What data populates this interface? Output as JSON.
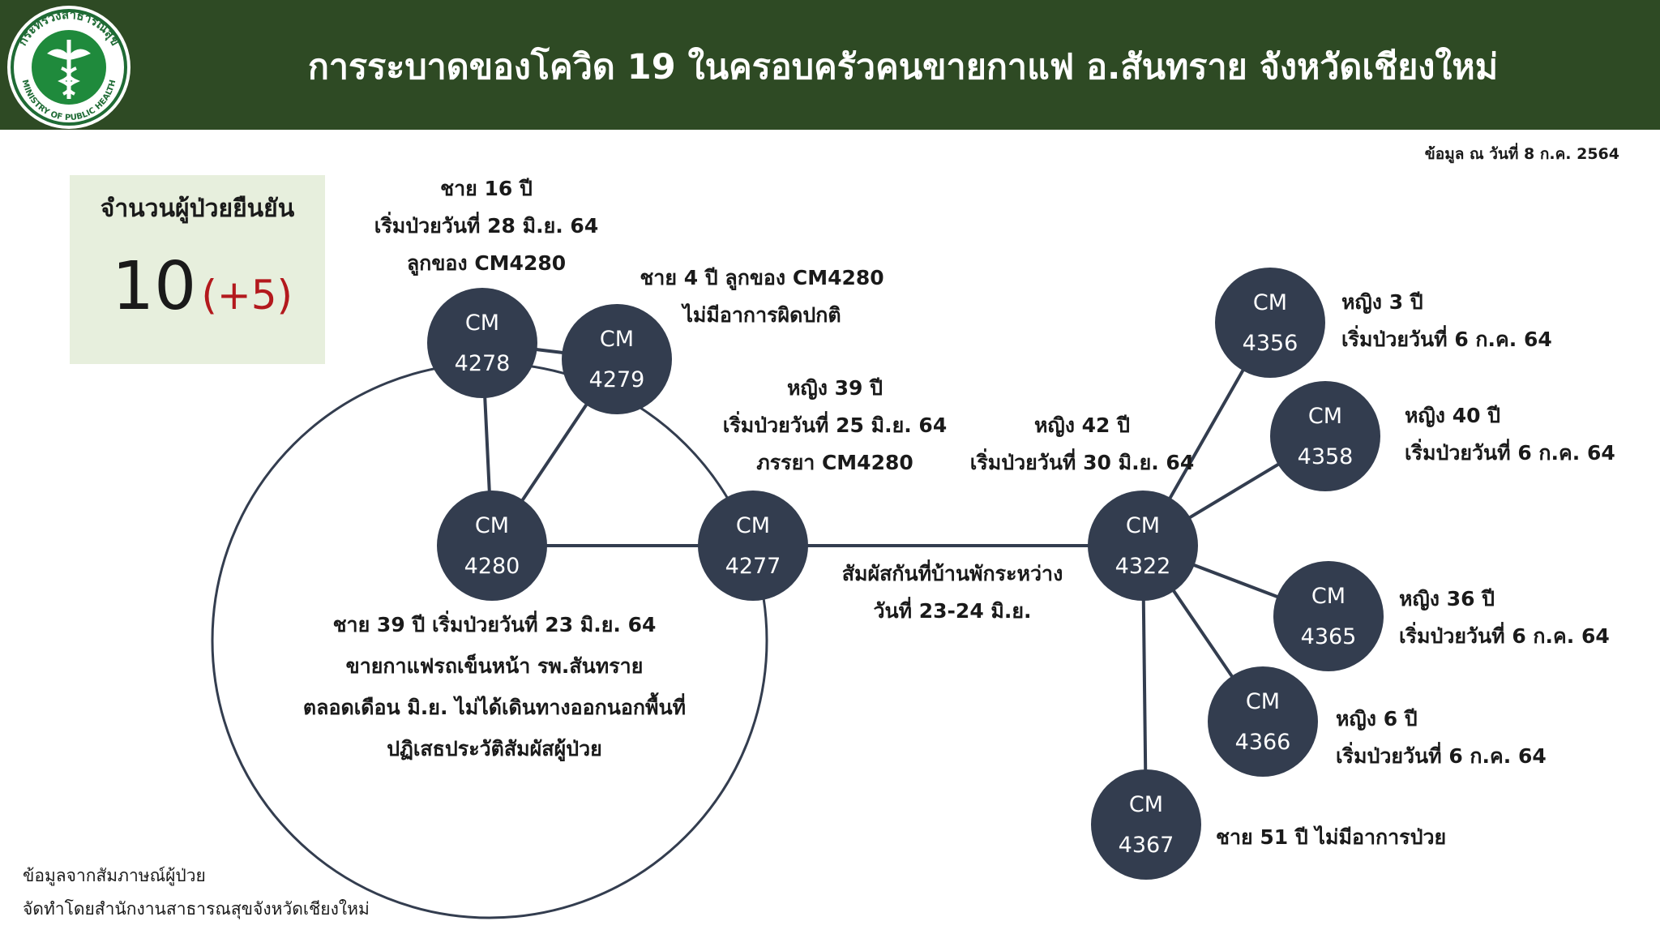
{
  "header": {
    "title": "การระบาดของโควิด 19 ในครอบครัวคนขายกาแฟ อ.สันทราย จังหวัดเชียงใหม่",
    "logo_text_top": "กระทรวงสาธารณสุข",
    "logo_text_bottom": "MINISTRY OF PUBLIC HEALTH"
  },
  "date_note": "ข้อมูล ณ วันที่ 8 ก.ค. 2564",
  "count_box": {
    "label": "จำนวนผู้ป่วยยืนยัน",
    "value": "10",
    "delta": "(+5)"
  },
  "colors": {
    "header_bg": "#2e4a24",
    "node_fill": "#333d4f",
    "box_bg": "#e7efdd",
    "delta": "#b3191d"
  },
  "nodes": [
    {
      "id": "4278",
      "prefix": "CM",
      "number": "4278"
    },
    {
      "id": "4279",
      "prefix": "CM",
      "number": "4279"
    },
    {
      "id": "4280",
      "prefix": "CM",
      "number": "4280"
    },
    {
      "id": "4277",
      "prefix": "CM",
      "number": "4277"
    },
    {
      "id": "4322",
      "prefix": "CM",
      "number": "4322"
    },
    {
      "id": "4356",
      "prefix": "CM",
      "number": "4356"
    },
    {
      "id": "4358",
      "prefix": "CM",
      "number": "4358"
    },
    {
      "id": "4365",
      "prefix": "CM",
      "number": "4365"
    },
    {
      "id": "4366",
      "prefix": "CM",
      "number": "4366"
    },
    {
      "id": "4367",
      "prefix": "CM",
      "number": "4367"
    }
  ],
  "edges": [
    [
      "4278",
      "4279"
    ],
    [
      "4278",
      "4280"
    ],
    [
      "4279",
      "4280"
    ],
    [
      "4280",
      "4277"
    ],
    [
      "4277",
      "4322"
    ],
    [
      "4322",
      "4356"
    ],
    [
      "4322",
      "4358"
    ],
    [
      "4322",
      "4365"
    ],
    [
      "4322",
      "4366"
    ],
    [
      "4322",
      "4367"
    ]
  ],
  "labels": {
    "cm4278": [
      "ชาย 16 ปี",
      "เริ่มป่วยวันที่ 28 มิ.ย. 64",
      "ลูกของ CM4280"
    ],
    "cm4279": [
      "ชาย 4 ปี ลูกของ CM4280",
      "ไม่มีอาการผิดปกติ"
    ],
    "cm4277": [
      "หญิง 39 ปี",
      "เริ่มป่วยวันที่ 25 มิ.ย. 64",
      "ภรรยา CM4280"
    ],
    "cm4322": [
      "หญิง 42 ปี",
      "เริ่มป่วยวันที่ 30 มิ.ย. 64"
    ],
    "cm4280": [
      "ชาย 39 ปี เริ่มป่วยวันที่ 23 มิ.ย. 64",
      "ขายกาแฟรถเข็นหน้า รพ.สันทราย",
      "ตลอดเดือน มิ.ย. ไม่ได้เดินทางออกนอกพื้นที่",
      "ปฏิเสธประวัติสัมผัสผู้ป่วย"
    ],
    "contact": [
      "สัมผัสกันที่บ้านพักระหว่าง",
      "วันที่ 23-24 มิ.ย."
    ],
    "cm4356": [
      "หญิง 3 ปี",
      "เริ่มป่วยวันที่ 6 ก.ค. 64"
    ],
    "cm4358": [
      "หญิง 40 ปี",
      "เริ่มป่วยวันที่ 6 ก.ค. 64"
    ],
    "cm4365": [
      "หญิง 36 ปี",
      "เริ่มป่วยวันที่ 6 ก.ค. 64"
    ],
    "cm4366": [
      "หญิง 6 ปี",
      "เริ่มป่วยวันที่ 6 ก.ค. 64"
    ],
    "cm4367": [
      "ชาย 51 ปี ไม่มีอาการป่วย"
    ]
  },
  "footer": {
    "source": "ข้อมูลจากสัมภาษณ์ผู้ป่วย",
    "by": "จัดทำโดยสำนักงานสาธารณสุขจังหวัดเชียงใหม่"
  }
}
